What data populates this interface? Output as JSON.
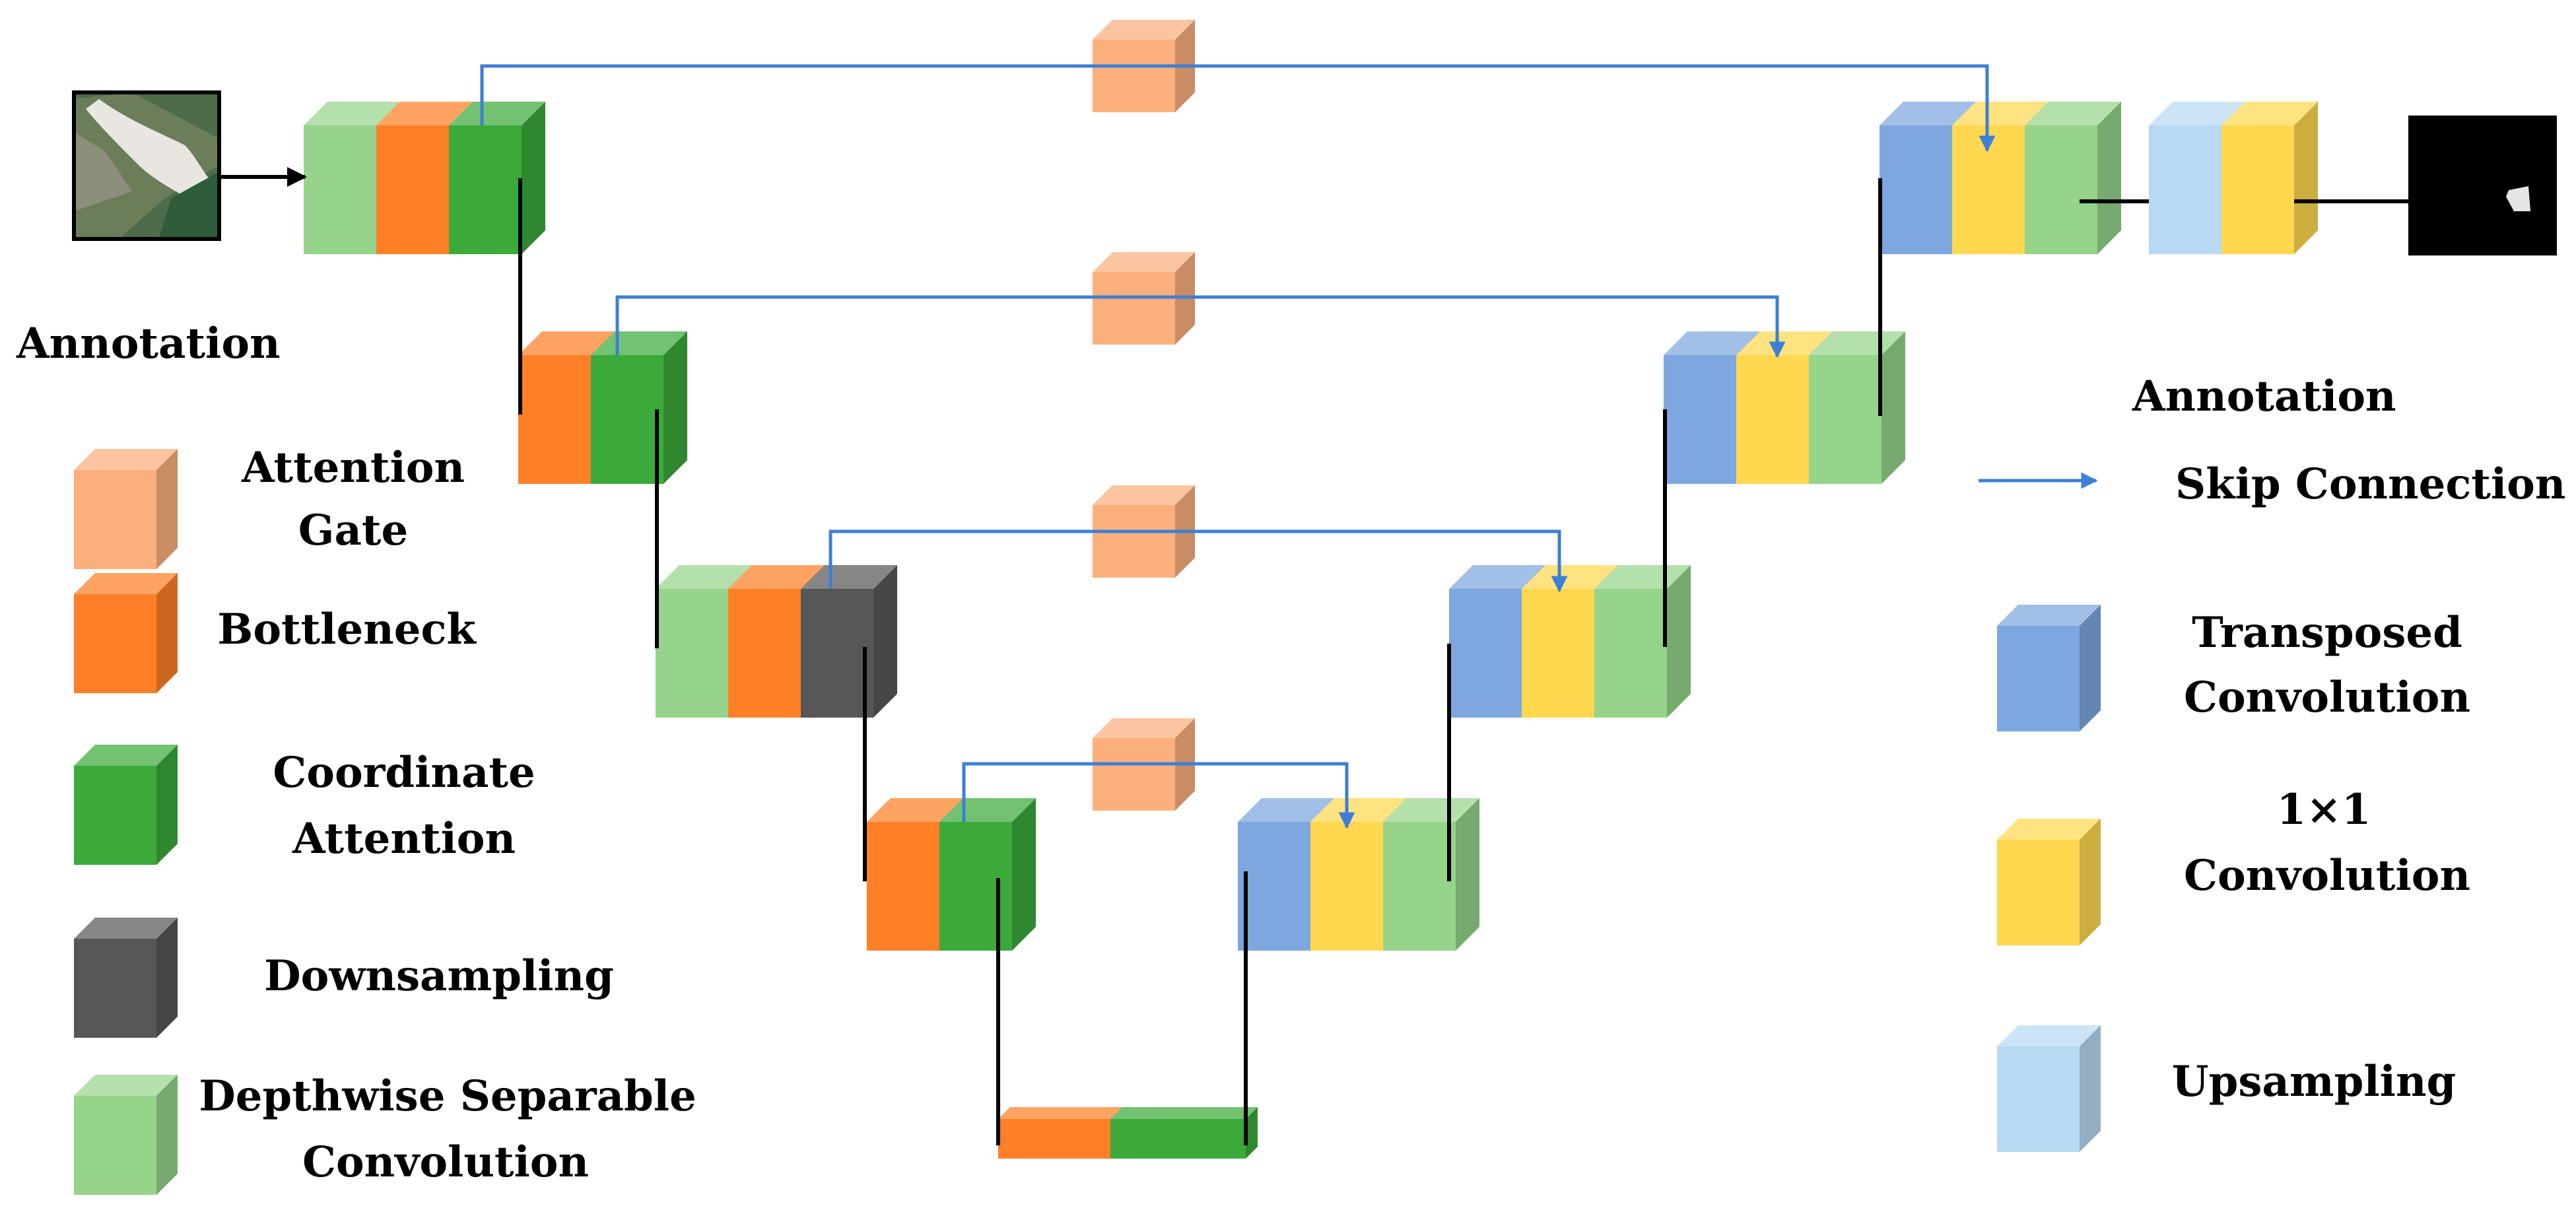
{
  "colors": {
    "attention_gate": "#FBAF7D",
    "bottleneck": "#FF7F27",
    "coordinate_attention": "#3BAA3B",
    "downsampling": "#575757",
    "depthwise_separable": "#95D48A",
    "transposed_conv": "#7EA6DF",
    "conv1x1": "#FFD84F",
    "upsampling": "#B8D9F2",
    "skip_arrow": "#3D7FD6",
    "flow_arrow": "#000000"
  },
  "legend_left": {
    "title": "Annotation",
    "items": [
      {
        "key": "attention_gate",
        "line1": "Attention",
        "line2": "Gate"
      },
      {
        "key": "bottleneck",
        "line1": "Bottleneck",
        "line2": ""
      },
      {
        "key": "coordinate_attention",
        "line1": "Coordinate",
        "line2": "Attention"
      },
      {
        "key": "downsampling",
        "line1": "Downsampling",
        "line2": ""
      },
      {
        "key": "depthwise_separable",
        "line1": "Depthwise Separable",
        "line2": "Convolution"
      }
    ]
  },
  "legend_right": {
    "title": "Annotation",
    "skip_label": "Skip Connection",
    "items": [
      {
        "key": "transposed_conv",
        "line1": "Transposed",
        "line2": "Convolution"
      },
      {
        "key": "conv1x1",
        "line1": "1×1",
        "line2": "Convolution"
      },
      {
        "key": "upsampling",
        "line1": "Upsampling",
        "line2": ""
      }
    ]
  },
  "network": {
    "encoder": [
      [
        "depthwise_separable",
        "bottleneck",
        "coordinate_attention"
      ],
      [
        "bottleneck",
        "coordinate_attention"
      ],
      [
        "depthwise_separable",
        "bottleneck",
        "downsampling"
      ],
      [
        "bottleneck",
        "coordinate_attention"
      ]
    ],
    "bridge": [
      "bottleneck",
      "coordinate_attention"
    ],
    "decoder": [
      [
        "transposed_conv",
        "conv1x1",
        "depthwise_separable"
      ],
      [
        "transposed_conv",
        "conv1x1",
        "depthwise_separable"
      ],
      [
        "transposed_conv",
        "conv1x1",
        "depthwise_separable"
      ],
      [
        "transposed_conv",
        "conv1x1",
        "depthwise_separable"
      ]
    ],
    "head": [
      "upsampling",
      "conv1x1"
    ],
    "input": "input-satellite-image",
    "output": "output-segmentation-mask"
  }
}
